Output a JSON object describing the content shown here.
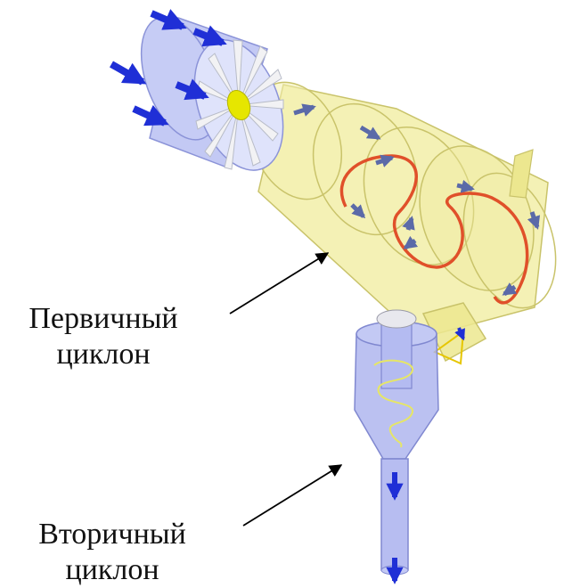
{
  "labels": {
    "primary_line1": "Первичный",
    "primary_line2": "циклон",
    "secondary_line1": "Вторичный",
    "secondary_line2": "циклон"
  },
  "colors": {
    "fan_body": "#b9c0f2",
    "fan_hub": "#e6e600",
    "primary_cyclone": "#f0ec9c",
    "primary_outline": "#c9c36a",
    "secondary_cyclone": "#aab2ee",
    "swirl_path": "#e0502a",
    "flow_arrow": "#1f2fd6",
    "inner_arrow": "#5b6aa8",
    "leader_line": "#000000"
  }
}
